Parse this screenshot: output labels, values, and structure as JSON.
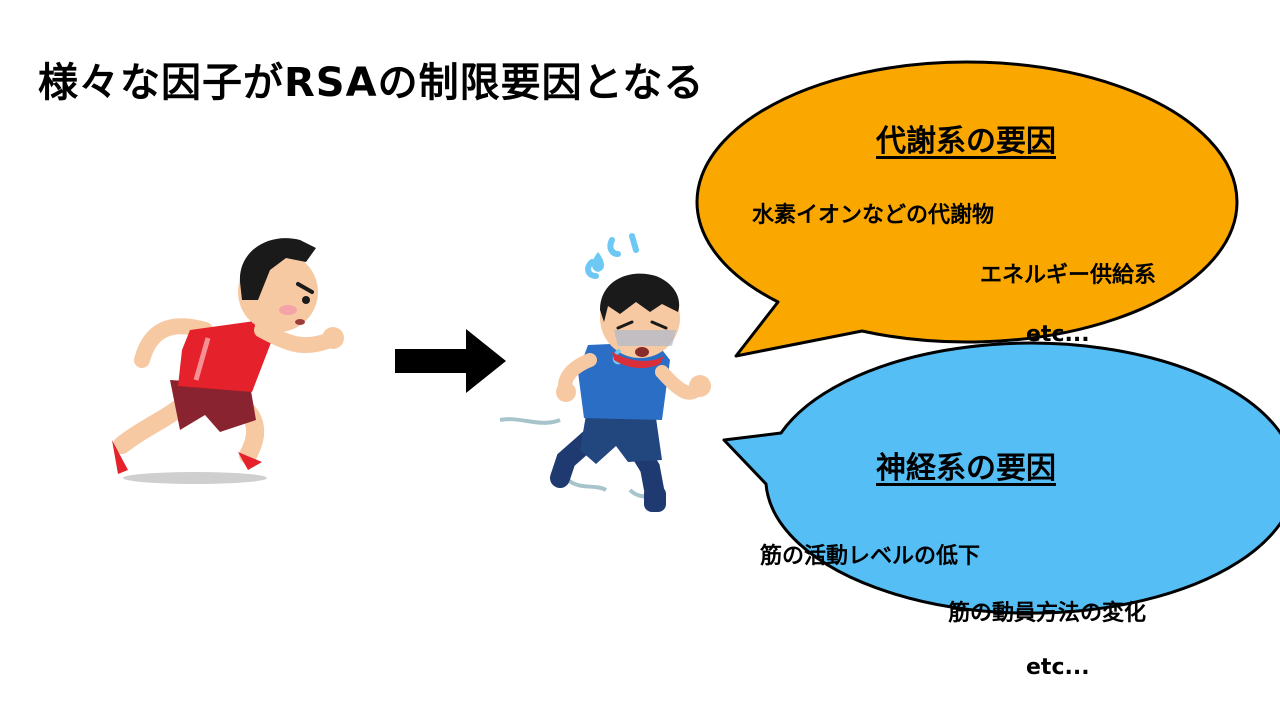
{
  "title": "様々な因子がRSAの制限要因となる",
  "colors": {
    "metabolic_bubble": "#FAA800",
    "neural_bubble": "#55BEF5",
    "arrow": "#000000"
  },
  "figures": {
    "before": "energetic-runner",
    "after": "fatigued-runner"
  },
  "bubbles": {
    "metabolic": {
      "title": "代謝系の要因",
      "items": [
        "水素イオンなどの代謝物",
        "エネルギー供給系",
        "etc..."
      ]
    },
    "neural": {
      "title": "神経系の要因",
      "items": [
        "筋の活動レベルの低下",
        "筋の動員方法の変化",
        "etc..."
      ]
    }
  }
}
